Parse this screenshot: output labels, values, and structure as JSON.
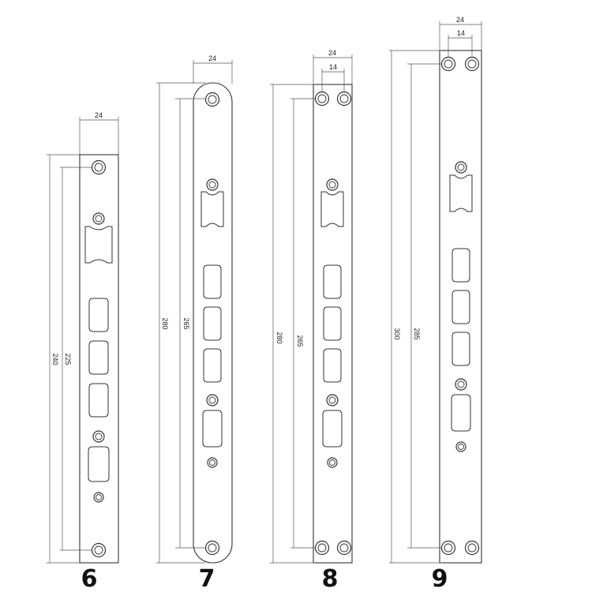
{
  "plates": [
    {
      "model": "6",
      "width": "24",
      "overall": "240",
      "hole_spacing": "225"
    },
    {
      "model": "7",
      "width": "24",
      "overall": "280",
      "hole_spacing": "265"
    },
    {
      "model": "8",
      "width": "24",
      "hole_pitch": "14",
      "overall": "280",
      "hole_spacing": "265"
    },
    {
      "model": "9",
      "width": "24",
      "hole_pitch": "14",
      "overall": "300",
      "hole_spacing": "285"
    }
  ]
}
